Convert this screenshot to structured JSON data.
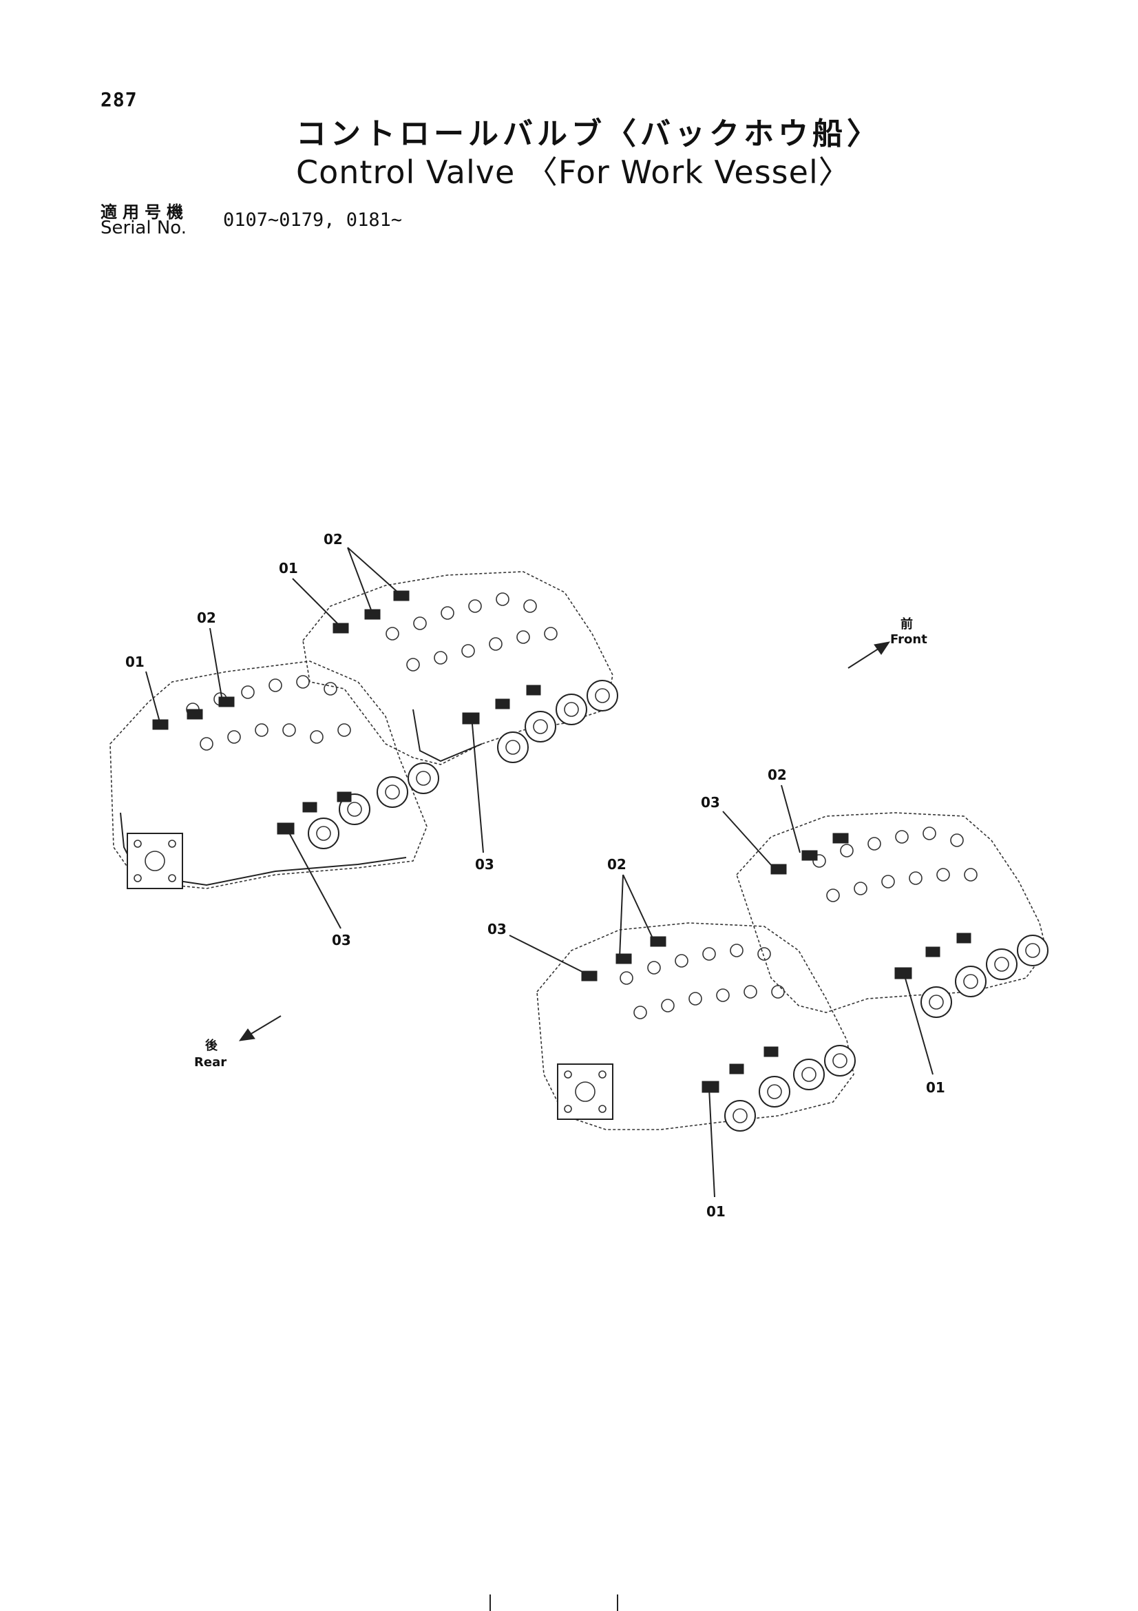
{
  "page_number": "287",
  "title_ja": "コントロールバルブ〈バックホウ船〉",
  "title_en": "Control Valve 〈For Work Vessel〉",
  "serial_label_ja": "適用号機",
  "serial_label_en": "Serial No.",
  "serial_value": "0107∼0179, 0181∼",
  "direction": {
    "front_ja": "前",
    "front_en": "Front",
    "rear_ja": "後",
    "rear_en": "Rear"
  },
  "callouts": {
    "left_01": "01",
    "left_02": "02",
    "left_03": "03",
    "top_01": "01",
    "top_02": "02",
    "top_03": "03",
    "mid_02": "02",
    "mid_03": "03",
    "bottom_01": "01",
    "right_02": "02",
    "right_03": "03",
    "right_01": "01"
  }
}
